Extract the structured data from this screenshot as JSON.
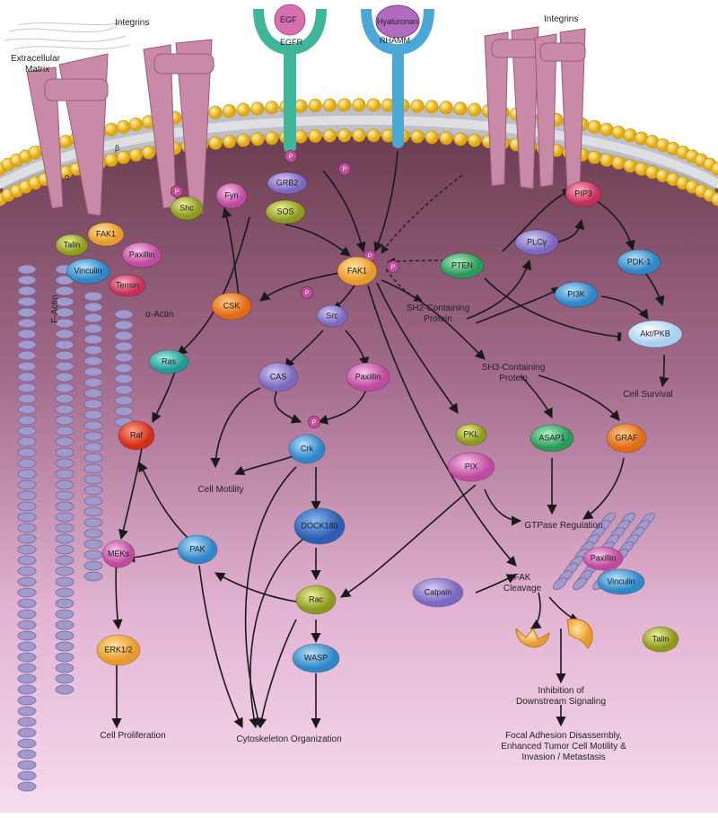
{
  "labels": {
    "integrins_left": "Integrins",
    "integrins_right": "Integrins",
    "ecm": "Extracellular Matrix",
    "egf": "EGF",
    "egfr": "EGFR",
    "hyaluronan": "Hyaluronan",
    "rhamm": "RHAMM",
    "alpha": "α",
    "beta": "β",
    "f_actin": "F-Actin",
    "alpha_actin": "α-Actin",
    "p": "P"
  },
  "nodes": {
    "shc": "Shc",
    "fyn": "Fyn",
    "grb2": "GRB2",
    "sos": "SOS",
    "fak1_adhesion": "FAK1",
    "talin": "Talin",
    "paxillin_adhesion": "Paxillin",
    "vinculin": "Vinculin",
    "tensin": "Tensin",
    "fak1": "FAK1",
    "csk": "CSK",
    "src": "Src",
    "pten": "PTEN",
    "pip3": "PIP3",
    "plcg": "PLCγ",
    "pdk1": "PDK-1",
    "pi3k": "PI3K",
    "akt": "Akt/PKB",
    "ras": "Ras",
    "cas": "CAS",
    "paxillin": "Paxillin",
    "raf": "Raf",
    "crk": "Crk",
    "pkl": "PKL",
    "pix": "PIX",
    "asap1": "ASAP1",
    "graf": "GRAF",
    "meks": "MEKs",
    "pak": "PAK",
    "dock180": "DOCK180",
    "rac": "Rac",
    "wasp": "WASP",
    "calpain": "Calpain",
    "erk": "ERK1/2",
    "paxillin_r": "Paxillin",
    "vinculin_r": "Vinculin",
    "talin_r": "Talin"
  },
  "text": {
    "sh2_line1": "SH2-Containing",
    "sh2_line2": "Protein",
    "sh3_line1": "SH3-Containing",
    "sh3_line2": "Protein",
    "fak_cleavage_1": "FAK",
    "fak_cleavage_2": "Cleavage",
    "cell_survival": "Cell Survival",
    "cell_motility": "Cell Motility",
    "gtpase": "GTPase Regulation",
    "inhibition_1": "Inhibition of",
    "inhibition_2": "Downstream Signaling",
    "cell_proliferation": "Cell Proliferation",
    "cytoskeleton": "Cytoskeleton Organization",
    "focal_1": "Focal Adhesion Disassembly,",
    "focal_2": "Enhanced Tumor Cell Motility &",
    "focal_3": "Invasion / Metastasis"
  },
  "colors": {
    "cytoplasm_top": "#6b3d50",
    "cytoplasm_bottom": "#f4d3e8",
    "lipid_head": "#f2c11e",
    "integrin": "#c98aa8",
    "egfr": "#3fb59a",
    "rhamm": "#4aa7d6",
    "fak1": "#f4b64c",
    "purple": "#9a8ad4",
    "teal": "#2eb8b0",
    "blue": "#4a9fd8",
    "green": "#b8c23c",
    "red": "#e0442a",
    "orange": "#f08a2a",
    "pink": "#d86ab8",
    "phospho": "#c0509a"
  }
}
